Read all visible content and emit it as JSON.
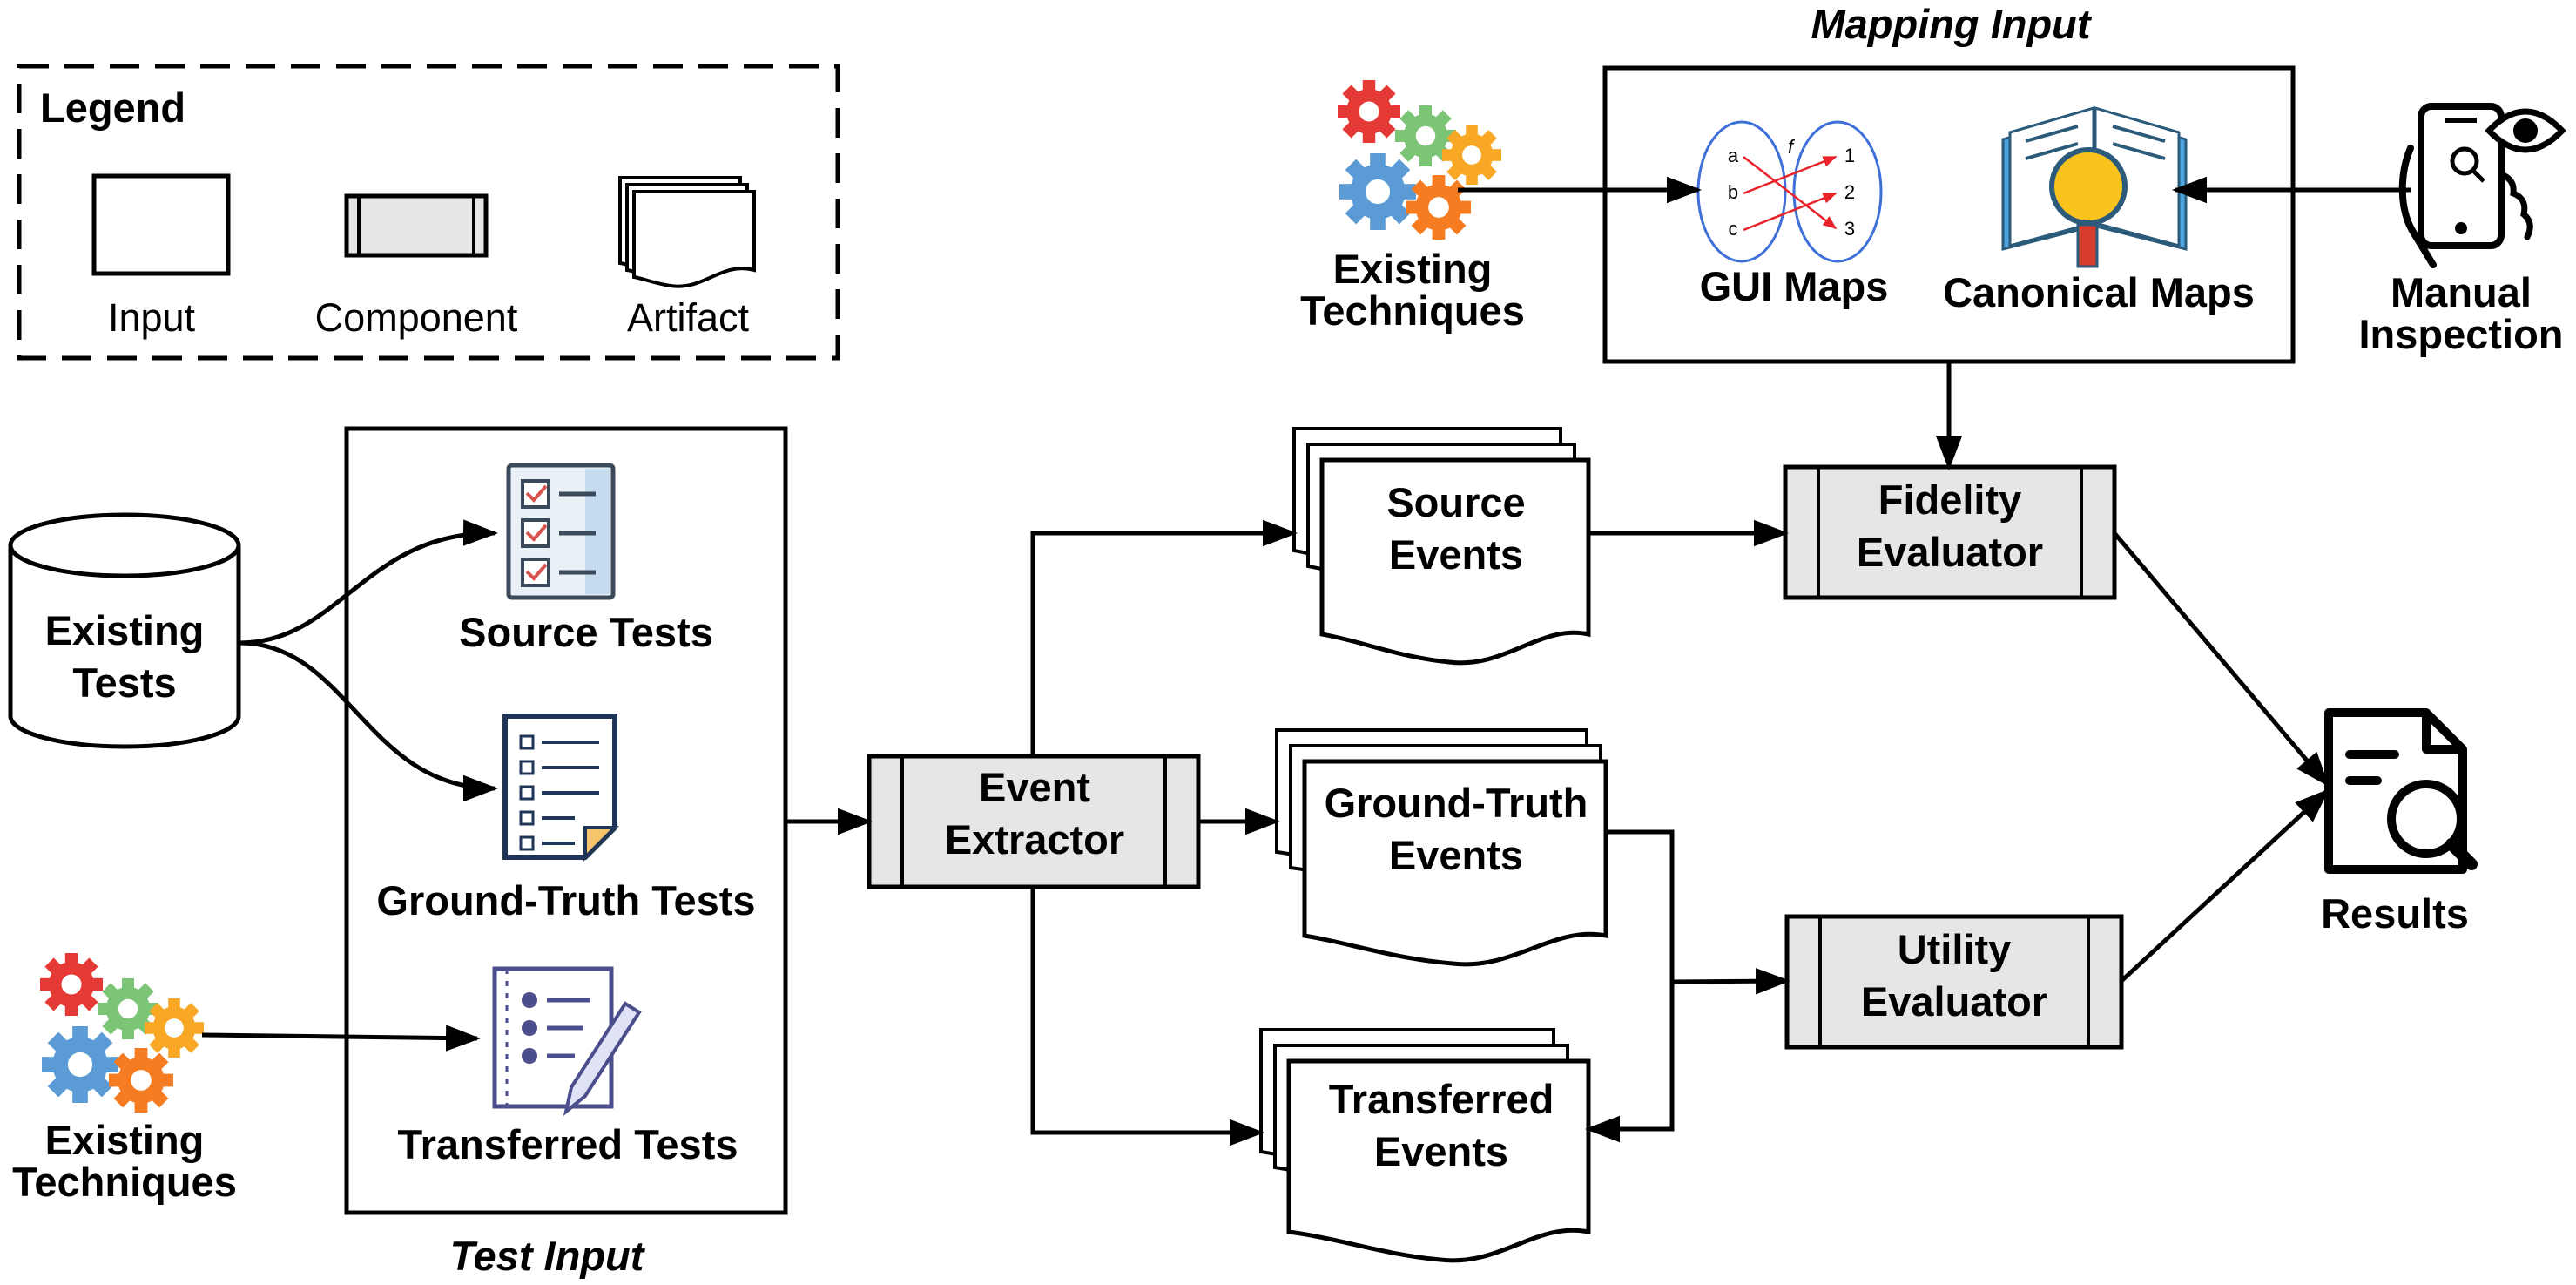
{
  "legend": {
    "title": "Legend",
    "input": "Input",
    "component": "Component",
    "artifact": "Artifact"
  },
  "inputs": {
    "existing_tests": [
      "Existing",
      "Tests"
    ],
    "existing_techniques_left": [
      "Existing",
      "Techniques"
    ],
    "existing_techniques_top": [
      "Existing",
      "Techniques"
    ],
    "manual_inspection": [
      "Manual",
      "Inspection"
    ]
  },
  "test_input": {
    "title": "Test Input",
    "source_tests": "Source Tests",
    "ground_truth_tests": "Ground-Truth Tests",
    "transferred_tests": "Transferred Tests"
  },
  "mapping_input": {
    "title": "Mapping Input",
    "gui_maps": "GUI Maps",
    "canonical_maps": "Canonical Maps",
    "gui_map_glyph": {
      "left": [
        "a",
        "b",
        "c"
      ],
      "right": [
        "1",
        "2",
        "3"
      ],
      "function": "f"
    }
  },
  "components": {
    "event_extractor": [
      "Event",
      "Extractor"
    ],
    "fidelity_evaluator": [
      "Fidelity",
      "Evaluator"
    ],
    "utility_evaluator": [
      "Utility",
      "Evaluator"
    ]
  },
  "artifacts": {
    "source_events": [
      "Source",
      "Events"
    ],
    "ground_truth_events": [
      "Ground-Truth",
      "Events"
    ],
    "transferred_events": [
      "Transferred",
      "Events"
    ]
  },
  "output": {
    "results": "Results"
  },
  "colors": {
    "component_fill": "#e6e6e6",
    "stroke": "#000000",
    "gear_red": "#e53935",
    "gear_orange": "#f57c20",
    "gear_blue": "#5b9bd5",
    "gear_green": "#7cc576",
    "gear_gray": "#9e9e9e",
    "gear_yellow": "#f9a825",
    "arrow_red": "#e8232a",
    "ellipse_blue": "#3f6fd8",
    "checklist_blue": "#c5dcef",
    "checklist_red": "#d9534f",
    "doc_navy": "#1f3557",
    "note_yellow": "#f6c66a",
    "purple": "#4b4e8c",
    "book_blue": "#4aa3df",
    "lens_yellow": "#f7c31c",
    "lens_red": "#d63b2e"
  }
}
